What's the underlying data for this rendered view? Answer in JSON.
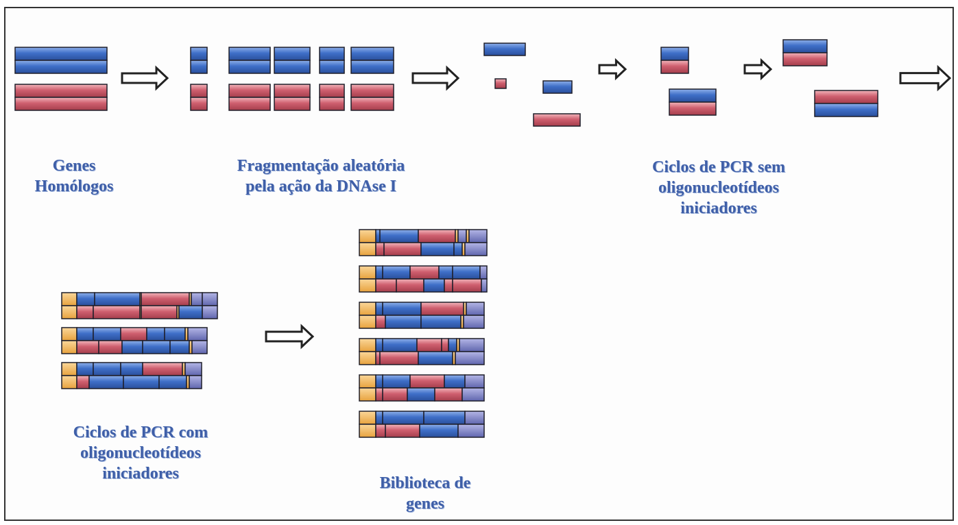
{
  "colors": {
    "blue": "#3f6fc8",
    "red": "#cf5f6f",
    "orange": "#f0b450",
    "purple": "#7a7ec0",
    "label_text": "#3f5fa8",
    "frame": "#333333"
  },
  "labels": {
    "genes": [
      "Genes",
      "Homólogos"
    ],
    "fragmentation": [
      "Fragmentação aleatória",
      "pela ação da DNAse I"
    ],
    "pcr_without_primers": [
      "Ciclos de PCR sem",
      "oligonucleotídeos",
      "iniciadores"
    ],
    "pcr_with_primers": [
      "Ciclos de PCR com",
      "oligonucleotídeos",
      "iniciadores"
    ],
    "library": [
      "Biblioteca de",
      "genes"
    ]
  },
  "icons": {
    "arrow": "hollow-right-arrow-icon",
    "gene": "gene-bar"
  }
}
